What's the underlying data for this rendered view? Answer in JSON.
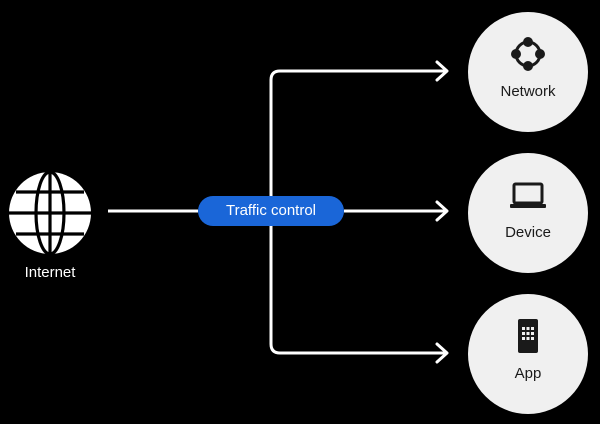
{
  "source": {
    "label": "Internet",
    "icon": "globe-icon"
  },
  "hub": {
    "label": "Traffic control",
    "color": "#1a66d8"
  },
  "targets": [
    {
      "label": "Network",
      "icon": "network-nodes-icon"
    },
    {
      "label": "Device",
      "icon": "laptop-icon"
    },
    {
      "label": "App",
      "icon": "mobile-app-icon"
    }
  ],
  "colors": {
    "background": "#000000",
    "lines": "#ffffff",
    "node_fill": "#f0f0f0",
    "node_text": "#1a1a1a"
  }
}
